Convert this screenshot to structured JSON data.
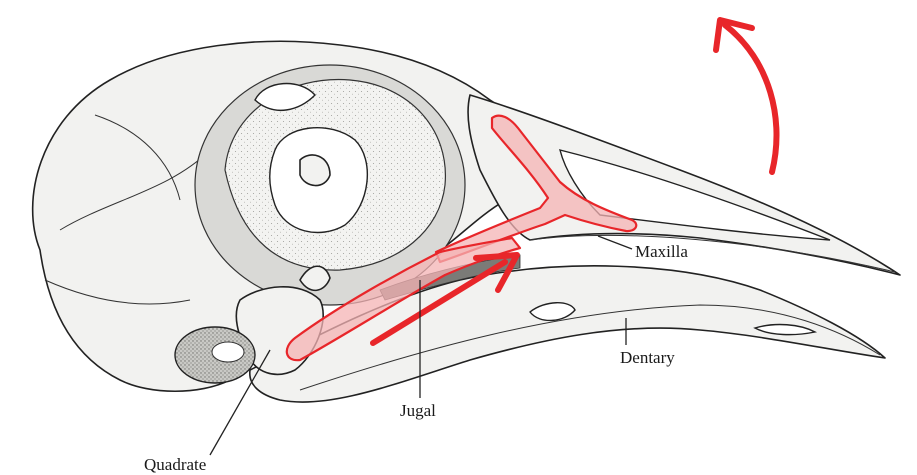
{
  "labels": {
    "maxilla": "Maxilla",
    "dentary": "Dentary",
    "jugal": "Jugal",
    "quadrate": "Quadrate"
  },
  "colors": {
    "highlight": "#e8262a",
    "highlight_fill": "#f4b3b4",
    "bone": "#f2f2f0",
    "ink": "#222222"
  },
  "icons": {
    "upper_arrow": "curved-arrow-up-icon",
    "jugal_arrow": "straight-arrow-forward-icon"
  }
}
